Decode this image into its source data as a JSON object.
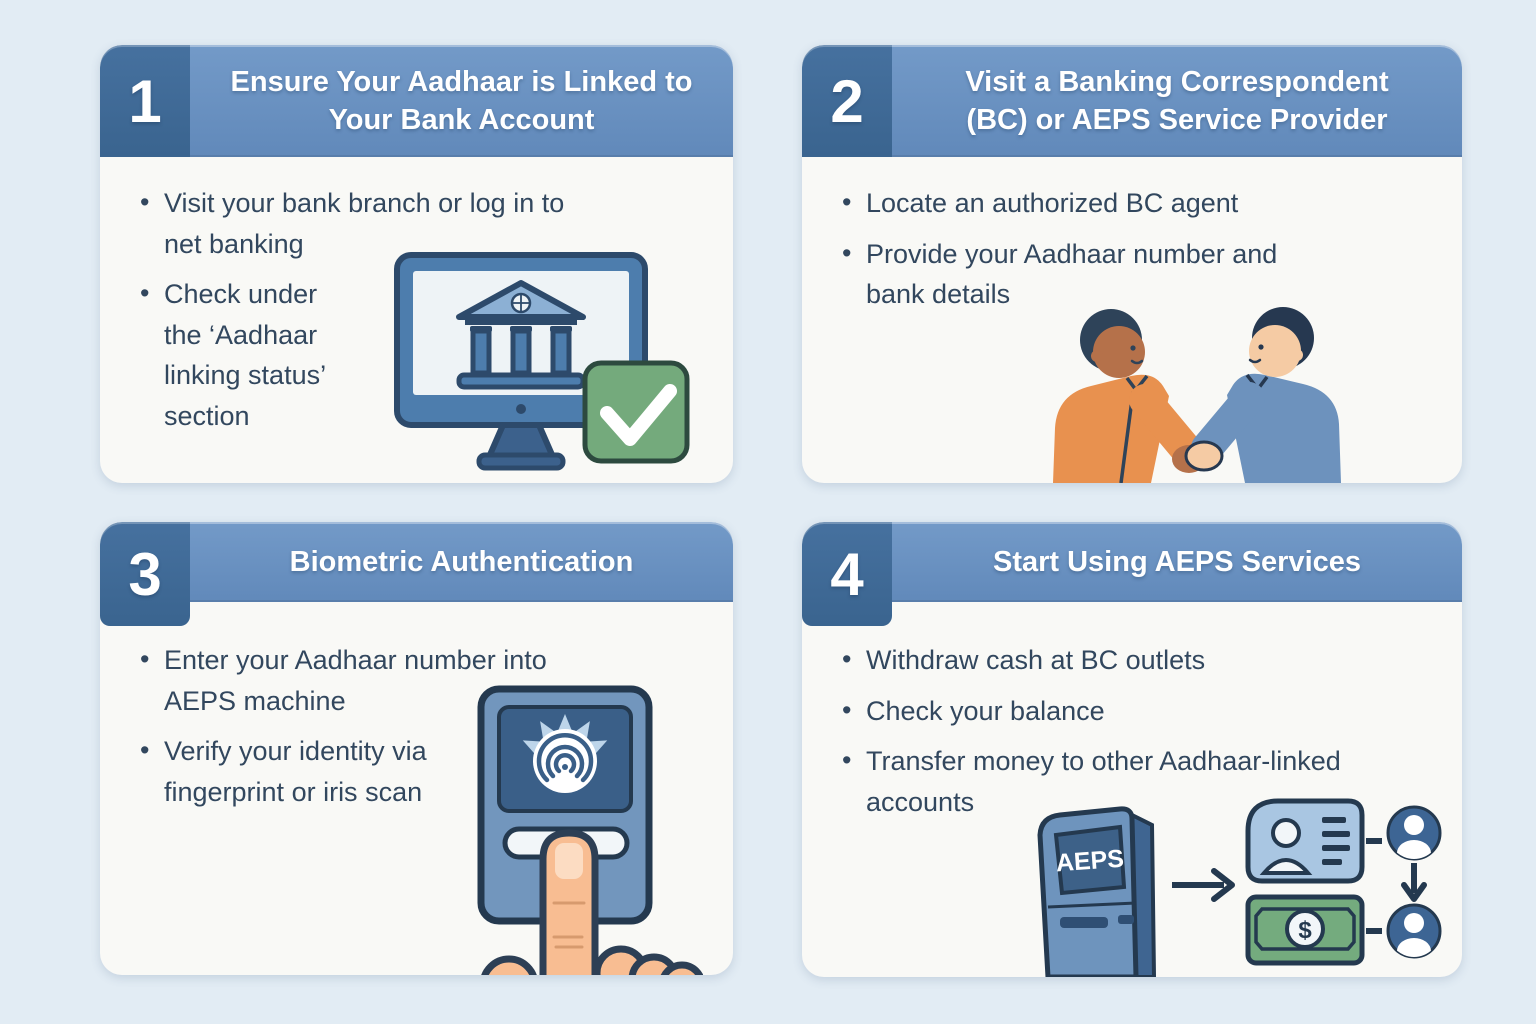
{
  "page": {
    "colors": {
      "background": "#e2ecf4",
      "card_background": "#f9f9f6",
      "number_box_blue": "#3e699b",
      "title_bar_blue": "#6590c0",
      "title_text": "#ffffff",
      "body_text": "#32475e",
      "outline_navy": "#24394f",
      "check_green": "#74aa7c",
      "money_green": "#74ab7e",
      "shirt_orange": "#e8914f",
      "shirt_blue": "#6d92bd",
      "skin_brown": "#b5714a",
      "skin_light": "#f5cba4"
    }
  },
  "cards": [
    {
      "number": "1",
      "title": "Ensure Your Aadhaar is Linked to Your Bank Account",
      "bullets": [
        "Visit your bank branch or log in to net banking",
        "Check under the ‘Aadhaar linking status’ section"
      ],
      "illustration": "monitor-with-bank-and-checkmark"
    },
    {
      "number": "2",
      "title": "Visit a Banking Correspondent (BC) or AEPS Service Provider",
      "bullets": [
        "Locate an authorized BC agent",
        "Provide your Aadhaar number and bank details"
      ],
      "illustration": "two-people-handshake"
    },
    {
      "number": "3",
      "title": "Biometric Authentication",
      "bullets": [
        "Enter your Aadhaar number into AEPS machine",
        "Verify your identity via fingerprint or iris scan"
      ],
      "illustration": "fingerprint-scanner-with-finger"
    },
    {
      "number": "4",
      "title": "Start Using AEPS Services",
      "bullets": [
        "Withdraw cash at BC outlets",
        "Check your balance",
        "Transfer money to other Aadhaar-linked accounts"
      ],
      "illustration": "aeps-kiosk-transfer-flow",
      "kiosk_label": "AEPS",
      "currency_symbol": "$"
    }
  ]
}
